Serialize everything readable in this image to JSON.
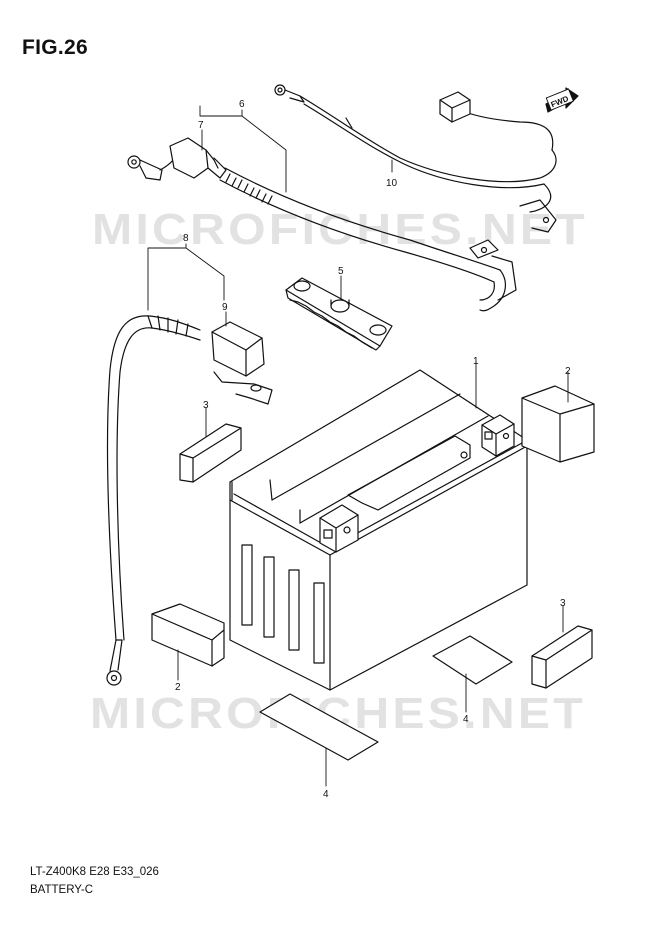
{
  "figure": {
    "title": "FIG.26"
  },
  "watermark": {
    "text": "MICROFICHES.NET",
    "color": "#d6d6d6"
  },
  "fwd_badge": {
    "text": "FWD"
  },
  "callouts": [
    "1",
    "2",
    "2",
    "3",
    "3",
    "4",
    "4",
    "5",
    "6",
    "7",
    "8",
    "9",
    "10"
  ],
  "footer": {
    "code": "LT-Z400K8 E28 E33_026",
    "name": "BATTERY-C"
  }
}
